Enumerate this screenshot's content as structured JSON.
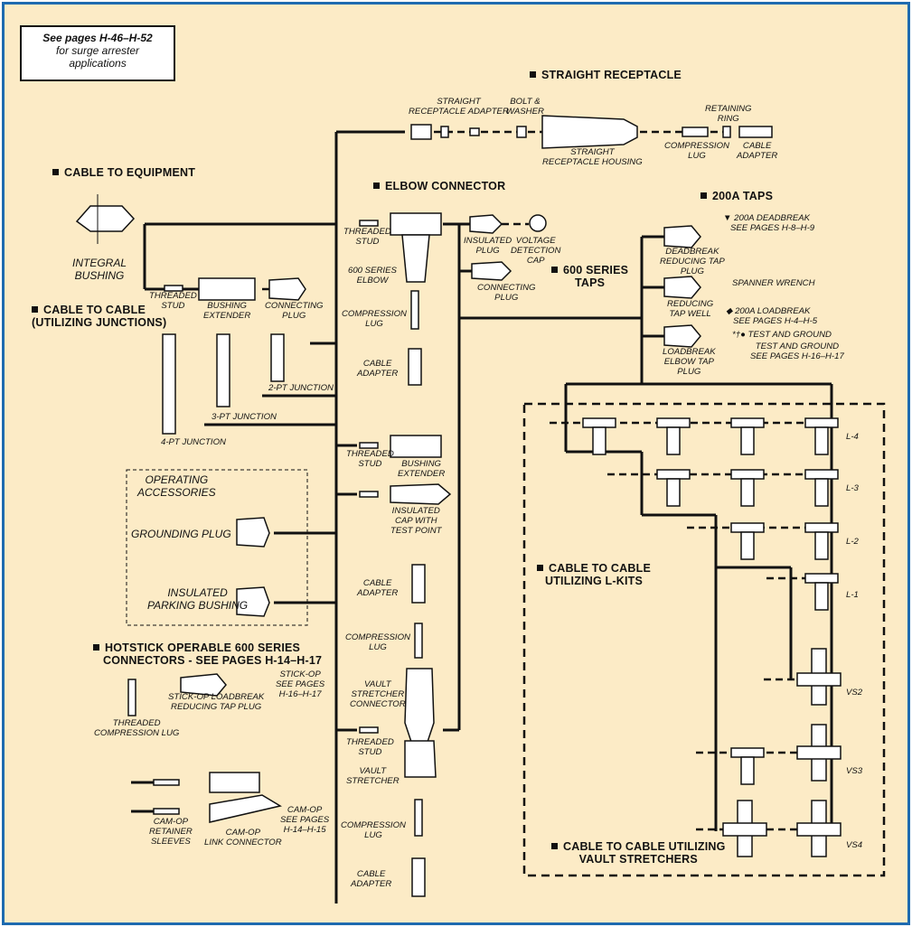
{
  "note": {
    "line1": "See pages H-46–H-52",
    "line2": "for surge arrester",
    "line3": "applications"
  },
  "headings": {
    "straight_receptacle": "STRAIGHT RECEPTACLE",
    "cable_to_equipment": "CABLE TO EQUIPMENT",
    "elbow_connector": "ELBOW CONNECTOR",
    "taps_200a": "200A TAPS",
    "series600_taps_1": "600 SERIES",
    "series600_taps_2": "TAPS",
    "cable_to_cable_1": "CABLE TO CABLE",
    "cable_to_cable_2": "(UTILIZING JUNCTIONS)",
    "hotstick_1": "HOTSTICK OPERABLE 600 SERIES",
    "hotstick_2": "CONNECTORS - SEE PAGES H-14–H-17",
    "lkits_1": "CABLE TO CABLE",
    "lkits_2": "UTILIZING L-KITS",
    "vault_1": "CABLE TO CABLE UTILIZING",
    "vault_2": "VAULT STRETCHERS"
  },
  "labels": {
    "straight_receptacle_adapter": [
      "STRAIGHT",
      "RECEPTACLE ADAPTER"
    ],
    "bolt_washer": [
      "BOLT &",
      "WASHER"
    ],
    "straight_receptacle_housing": [
      "STRAIGHT",
      "RECEPTACLE HOUSING"
    ],
    "compression_lug_top": [
      "COMPRESSION",
      "LUG"
    ],
    "retaining_ring": [
      "RETAINING",
      "RING"
    ],
    "cable_adapter_top": [
      "CABLE",
      "ADAPTER"
    ],
    "integral_bushing": [
      "INTEGRAL",
      "BUSHING"
    ],
    "threaded_stud_1": [
      "THREADED",
      "STUD"
    ],
    "threaded_stud_2": [
      "THREADED",
      "STUD"
    ],
    "bushing_extender_1": [
      "BUSHING",
      "EXTENDER"
    ],
    "connecting_plug_1": [
      "CONNECTING",
      "PLUG"
    ],
    "series600_elbow": [
      "600 SERIES",
      "ELBOW"
    ],
    "compression_lug_1": [
      "COMPRESSION",
      "LUG"
    ],
    "cable_adapter_1": [
      "CABLE",
      "ADAPTER"
    ],
    "insulated_plug": [
      "INSULATED",
      "PLUG"
    ],
    "voltage_detection_cap": [
      "VOLTAGE",
      "DETECTION",
      "CAP"
    ],
    "connecting_plug_2": [
      "CONNECTING",
      "PLUG"
    ],
    "deadbreak_reducing_tap_plug": [
      "DEADBREAK",
      "REDUCING TAP",
      "PLUG"
    ],
    "deadbreak_200a": [
      "200A DEADBREAK",
      "SEE PAGES H-8–H-9"
    ],
    "spanner_wrench": [
      "SPANNER WRENCH"
    ],
    "reducing_tap_well": [
      "REDUCING",
      "TAP WELL"
    ],
    "loadbreak_200a": [
      "200A LOADBREAK",
      "SEE PAGES H-4–H-5"
    ],
    "test_and_ground_1": [
      "TEST AND GROUND"
    ],
    "loadbreak_elbow_tap_plug": [
      "LOADBREAK",
      "ELBOW TAP",
      "PLUG"
    ],
    "test_and_ground_2": [
      "TEST AND GROUND",
      "SEE PAGES H-16–H-17"
    ],
    "junction_2pt": [
      "2-PT JUNCTION"
    ],
    "junction_3pt": [
      "3-PT JUNCTION"
    ],
    "junction_4pt": [
      "4-PT JUNCTION"
    ],
    "threaded_stud_3": [
      "THREADED",
      "STUD"
    ],
    "bushing_extender_2": [
      "BUSHING",
      "EXTENDER"
    ],
    "insulated_cap": [
      "INSULATED",
      "CAP WITH",
      "TEST POINT"
    ],
    "operating_accessories": [
      "OPERATING",
      "ACCESSORIES"
    ],
    "grounding_plug": [
      "GROUNDING PLUG"
    ],
    "insulated_parking_bushing": [
      "INSULATED",
      "PARKING BUSHING"
    ],
    "cable_adapter_2": [
      "CABLE",
      "ADAPTER"
    ],
    "compression_lug_2": [
      "COMPRESSION",
      "LUG"
    ],
    "vault_stretcher_connector": [
      "VAULT",
      "STRETCHER",
      "CONNECTOR"
    ],
    "threaded_stud_4": [
      "THREADED",
      "STUD"
    ],
    "vault_stretcher": [
      "VAULT",
      "STRETCHER"
    ],
    "compression_lug_3": [
      "COMPRESSION",
      "LUG"
    ],
    "cable_adapter_3": [
      "CABLE",
      "ADAPTER"
    ],
    "stick_op_loadbreak": [
      "STICK-OP LOADBREAK",
      "REDUCING TAP PLUG"
    ],
    "stick_op_pages": [
      "STICK-OP",
      "SEE PAGES",
      "H-16–H-17"
    ],
    "threaded_compression_lug": [
      "THREADED",
      "COMPRESSION LUG"
    ],
    "cam_op_retainer": [
      "CAM-OP",
      "RETAINER",
      "SLEEVES"
    ],
    "cam_op_link": [
      "CAM-OP",
      "LINK CONNECTOR"
    ],
    "cam_op_pages": [
      "CAM-OP",
      "SEE PAGES",
      "H-14–H-15"
    ],
    "l4": [
      "L-4"
    ],
    "l3": [
      "L-3"
    ],
    "l2": [
      "L-2"
    ],
    "l1": [
      "L-1"
    ],
    "vs2": [
      "VS2"
    ],
    "vs3": [
      "VS3"
    ],
    "vs4": [
      "VS4"
    ]
  },
  "symbols": {
    "dagger": "†",
    "diamond": "◆",
    "triangle": "▼",
    "asterisk": "*",
    "bullet": "●"
  },
  "colors": {
    "background": "#fcebc6",
    "frame": "#1e6bb0",
    "ink": "#111111",
    "part_fill": "#ffffff"
  }
}
